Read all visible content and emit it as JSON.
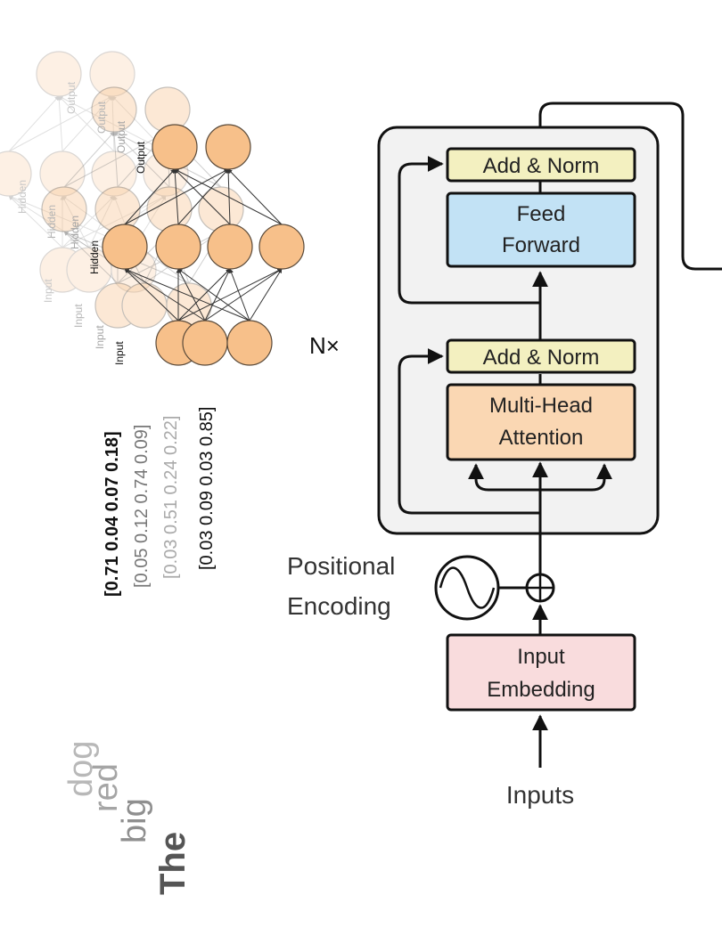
{
  "encoder": {
    "sublayer_norm_top": "Add & Norm",
    "feed_forward_line1": "Feed",
    "feed_forward_line2": "Forward",
    "sublayer_norm_bottom": "Add & Norm",
    "attention_line1": "Multi-Head",
    "attention_line2": "Attention",
    "repeat_label": "N×"
  },
  "positional_encoding": {
    "line1": "Positional",
    "line2": "Encoding"
  },
  "input_embedding": {
    "line1": "Input",
    "line2": "Embedding"
  },
  "inputs_label": "Inputs",
  "network_layers": {
    "front": {
      "output": "Output",
      "hidden": "Hidden",
      "input": "Input"
    },
    "ghost_mid": {
      "output": "Output",
      "hidden": "Hidden",
      "input": "Input"
    },
    "ghost_back": {
      "output": "Output",
      "hidden": "Hidden",
      "input": "Input"
    }
  },
  "vectors": [
    {
      "values": [
        "0.71",
        "0.04",
        "0.07",
        "0.18"
      ]
    },
    {
      "values": [
        "0.05",
        "0.12",
        "0.74",
        "0.09"
      ]
    },
    {
      "values": [
        "0.03",
        "0.51",
        "0.24",
        "0.22"
      ]
    },
    {
      "values": [
        "0.03",
        "0.09",
        "0.03",
        "0.85"
      ]
    }
  ],
  "words": [
    "The",
    "big",
    "red",
    "dog"
  ],
  "colors": {
    "neuron_fill": "#f7c08a",
    "neuron_stroke": "#5a4a3a",
    "add_norm": "#f3f0c0",
    "feed_forward": "#c2e2f5",
    "attention": "#fad7b3",
    "embedding": "#f9dcdd",
    "encoder_panel": "#f2f2f2",
    "stroke": "#111111"
  }
}
